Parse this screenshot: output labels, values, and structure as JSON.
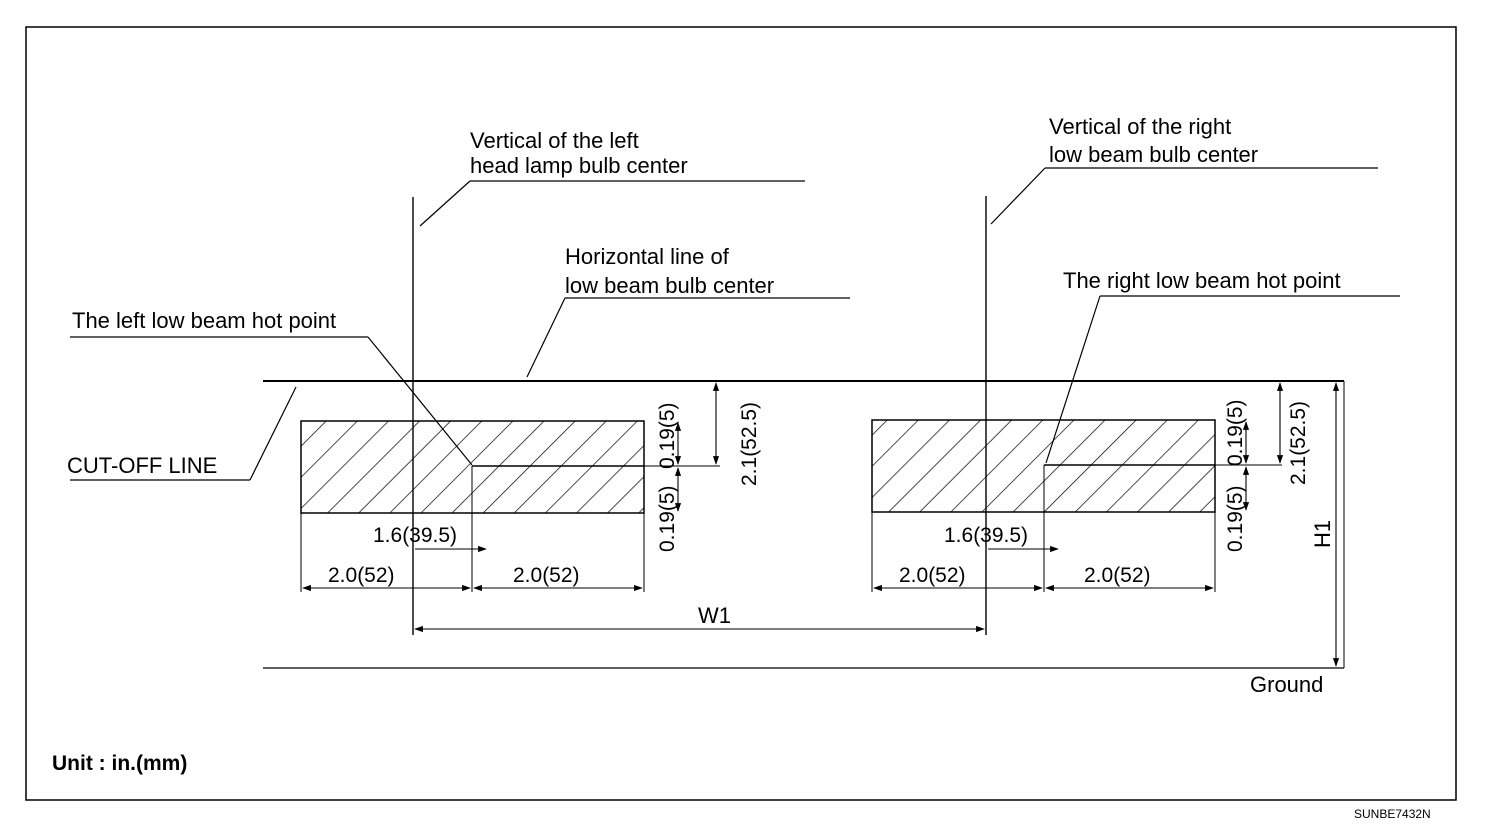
{
  "labels": {
    "vertical_left_1": "Vertical of the left",
    "vertical_left_2": "head lamp bulb center",
    "vertical_right_1": "Vertical of the right",
    "vertical_right_2": "low beam bulb center",
    "horizontal_1": "Horizontal line of",
    "horizontal_2": "low beam bulb center",
    "left_hot_point": "The left low beam hot point",
    "right_hot_point": "The right low beam hot point",
    "cut_off_line": "CUT-OFF LINE",
    "ground": "Ground",
    "w1": "W1",
    "h1": "H1",
    "unit": "Unit : in.(mm)",
    "figure_code": "SUNBE7432N"
  },
  "dimensions": {
    "hot_point_offset": "1.6(39.5)",
    "half_width": "2.0(52)",
    "drop": "2.1(52.5)",
    "band": "0.19(5)"
  },
  "colors": {
    "line": "#000000",
    "background": "#ffffff"
  }
}
